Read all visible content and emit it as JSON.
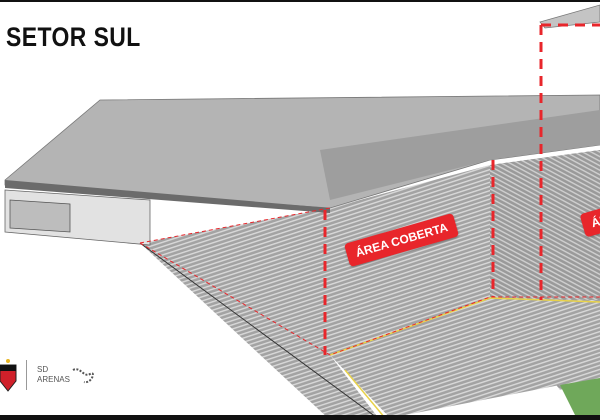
{
  "title": "SETOR SUL",
  "labels": {
    "covered_area": "ÁREA COBERTA",
    "covered_area_clipped": "ÁRE"
  },
  "logos": {
    "club_crest": "EC Vitória crest",
    "partner_line1": "SD",
    "partner_line2": "ARENAS"
  },
  "colors": {
    "accent_red": "#e8262b",
    "roof": "#a9a9a9",
    "seats": "#9c9c9c",
    "pitch": "#6fa85a"
  }
}
